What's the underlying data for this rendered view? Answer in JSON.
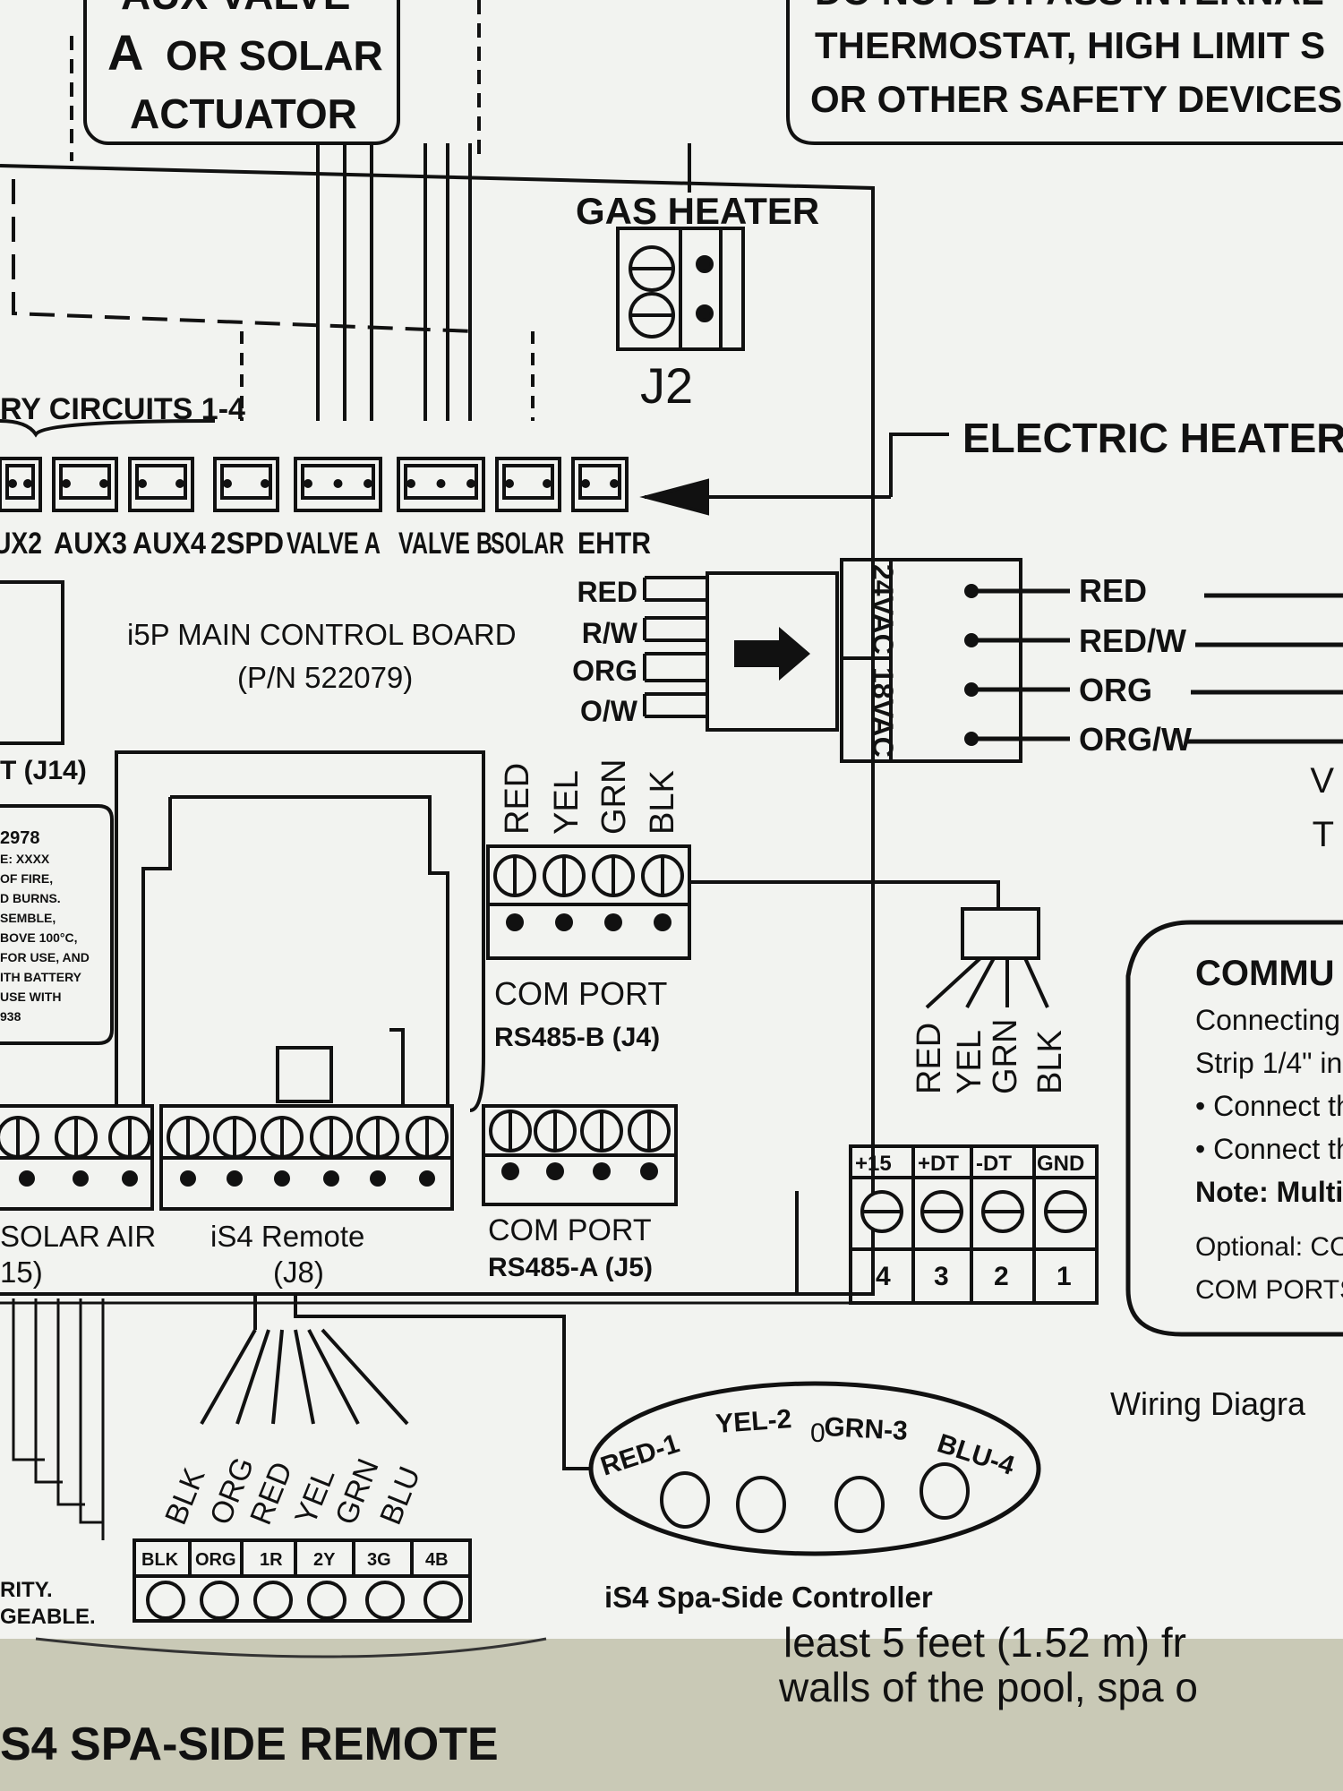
{
  "header": {
    "aux_valve_partial": "AUX VALVE",
    "aux_valve_letter": "A",
    "or_solar": "OR SOLAR",
    "actuator": "ACTUATOR",
    "warning_line1": "DO NOT BYPASS INTERNAL",
    "warning_line2": "THERMOSTAT, HIGH LIMIT S",
    "warning_line3": "OR OTHER SAFETY DEVICES"
  },
  "gas_heater": {
    "label": "GAS HEATER",
    "connector": "J2"
  },
  "electric_heater": {
    "label": "ELECTRIC HEATER"
  },
  "aux_circuits": {
    "label": "RY CIRCUITS 1-4",
    "connectors": [
      "UX2",
      "AUX3",
      "AUX4",
      "2SPD",
      "VALVE A",
      "VALVE B",
      "SOLAR",
      "EHTR"
    ]
  },
  "main_board": {
    "title": "i5P MAIN CONTROL BOARD",
    "part_number": "(P/N 522079)"
  },
  "transformer": {
    "board_wires": [
      "RED",
      "R/W",
      "ORG",
      "O/W"
    ],
    "voltage_high": "24VAC",
    "voltage_low": "18VAC",
    "out_wires": [
      "RED",
      "RED/W",
      "ORG",
      "ORG/W"
    ]
  },
  "left_edge": {
    "j14_label": "T (J14)",
    "battery_notice": [
      "2978",
      "E: XXXX",
      "OF FIRE,",
      "D BURNS.",
      "SEMBLE,",
      "BOVE 100°C,",
      "FOR USE, AND",
      "ITH BATTERY",
      "USE WITH",
      "938"
    ]
  },
  "com_port_b": {
    "wires": [
      "RED",
      "YEL",
      "GRN",
      "BLK"
    ],
    "label": "COM PORT",
    "sub_label": "RS485-B (J4)"
  },
  "com_port_a": {
    "label": "COM PORT",
    "sub_label": "RS485-A (J5)"
  },
  "solar_air": {
    "label": "SOLAR AIR",
    "sub_label": "15)"
  },
  "is4_remote": {
    "label": "iS4 Remote",
    "sub_label": "(J8)"
  },
  "terminal_block": {
    "wires": [
      "RED",
      "YEL",
      "GRN",
      "BLK"
    ],
    "terminals": [
      "+15",
      "+DT",
      "-DT",
      "GND"
    ],
    "numbers": [
      "4",
      "3",
      "2",
      "1"
    ]
  },
  "right_edge": {
    "out_partial_1": "V",
    "out_partial_2": "T",
    "comm_title": "COMMU",
    "comm_lines": [
      "Connecting",
      "Strip 1/4\" in",
      "• Connect th",
      "• Connect th",
      "Note: Multipl",
      "Optional: CO",
      "COM PORTS"
    ],
    "wiring_caption": "Wiring Diagra"
  },
  "spa_remote_block": {
    "wires": [
      "BLK",
      "ORG",
      "RED",
      "YEL",
      "GRN",
      "BLU"
    ],
    "terminals": [
      "BLK",
      "ORG",
      "1R",
      "2Y",
      "3G",
      "4B"
    ],
    "left_notes": [
      "RITY.",
      "GEABLE."
    ]
  },
  "spa_side_controller": {
    "buttons": [
      "RED-1",
      "YEL-2",
      "GRN-3",
      "BLU-4"
    ],
    "center_mark": "0",
    "label": "iS4 Spa-Side Controller"
  },
  "bottom": {
    "title": "S4 SPA-SIDE REMOTE",
    "right_line1": "least 5 feet (1.52 m) fr",
    "right_line2": "walls of the pool, spa o"
  }
}
